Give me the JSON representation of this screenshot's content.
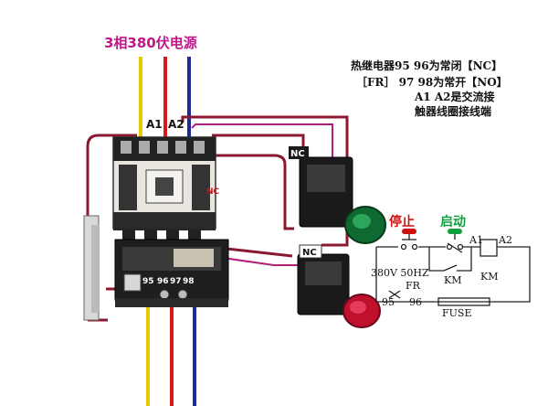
{
  "title": "3相380伏电源",
  "notes": {
    "line1": "热继电器95 96为常闭【NC】",
    "line2": "［FR］ 97 98为常开【NO】",
    "line3": "A1  A2是交流接",
    "line4": "触器线圈接线端"
  },
  "terminals": {
    "a1": "A1",
    "a2": "A2",
    "nc_top": "NC",
    "nc_bottom": "NC",
    "nc_contactor": "NC",
    "t95": "95",
    "t96": "96",
    "t97": "97",
    "t98": "98"
  },
  "schematic": {
    "stop_label": "停止",
    "start_label": "启动",
    "voltage": "380V 50HZ",
    "fr": "FR",
    "t95": "95",
    "t96": "96",
    "km_contact": "KM",
    "km_coil": "KM",
    "a1": "A1",
    "a2": "A2",
    "fuse": "FUSE"
  }
}
